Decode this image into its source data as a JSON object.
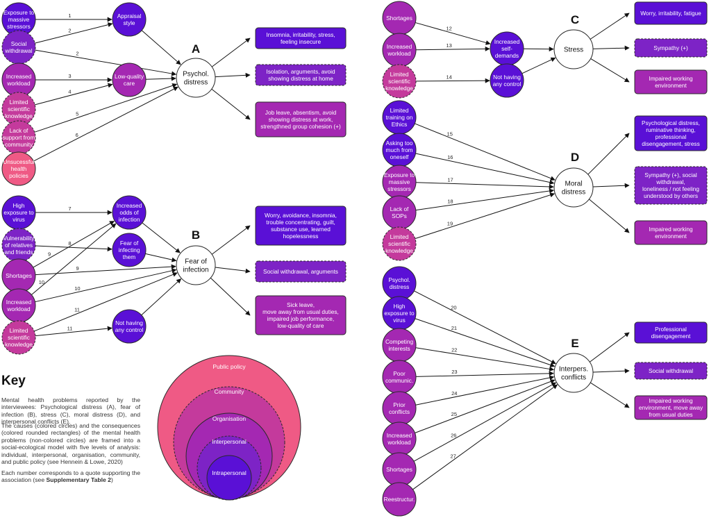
{
  "colors": {
    "individual": "#5a10d6",
    "interpersonal": "#7d23c6",
    "organisation": "#a428b2",
    "community": "#c43a9c",
    "public_policy": "#ef5a85",
    "consequence_text": "#ffffff"
  },
  "panels": {
    "A": {
      "letter": "A",
      "center": "Psychol.\ndistress",
      "causes": [
        {
          "label": "Exposure to\nmassive\nstressors",
          "level": "individual"
        },
        {
          "label": "Social\nwithdrawal",
          "level": "interpersonal"
        },
        {
          "label": "Increased\nworkload",
          "level": "organisation"
        },
        {
          "label": "Limited\nscientific\nknowledge",
          "level": "community"
        },
        {
          "label": "Lack of\nsupport from\ncommunity",
          "level": "community"
        },
        {
          "label": "Unsucessful\nhealth\npolicies",
          "level": "public_policy"
        }
      ],
      "intermediates": [
        {
          "label": "Appraisal\nstyle",
          "level": "individual"
        },
        {
          "label": "Low-quality\ncare",
          "level": "organisation"
        }
      ],
      "consequences": [
        {
          "label": "Insomnia, irritability,  stress,\nfeeling insecure",
          "level": "individual"
        },
        {
          "label": "Isolation, arguments, avoid\nshowing distress at home",
          "level": "interpersonal"
        },
        {
          "label": "Job leave, absentism, avoid\nshowing distress at work,\nstrengthned group cohesion (+)",
          "level": "organisation"
        }
      ],
      "numbers": [
        "1",
        "2",
        "2",
        "3",
        "4",
        "5",
        "6"
      ]
    },
    "B": {
      "letter": "B",
      "center": "Fear of\ninfection",
      "causes": [
        {
          "label": "High\nexposure to\nvirus",
          "level": "individual"
        },
        {
          "label": "Vulnerability\nof relatives\nand friends",
          "level": "interpersonal"
        },
        {
          "label": "Shortages",
          "level": "organisation"
        },
        {
          "label": "Increased\nworkload",
          "level": "organisation"
        },
        {
          "label": "Limited\nscientific\nknowledge",
          "level": "community"
        }
      ],
      "intermediates": [
        {
          "label": "Increased\nodds of\ninfection",
          "level": "individual"
        },
        {
          "label": "Fear of\ninfecting\nthem",
          "level": "individual"
        },
        {
          "label": "Not having\nany control",
          "level": "individual"
        }
      ],
      "consequences": [
        {
          "label": "Worry, avoidance, insomnia,\ntrouble concentrating, guilt,\nsubstance use, learned\nhopelessness",
          "level": "individual"
        },
        {
          "label": "Social withdrawal, arguments",
          "level": "interpersonal"
        },
        {
          "label": "Sick leave,\nmove away from usual duties,\nimpaired job performance,\nlow-quality of care",
          "level": "organisation"
        }
      ],
      "numbers": [
        "7",
        "8",
        "9",
        "9",
        "10",
        "10",
        "11",
        "11"
      ]
    },
    "C": {
      "letter": "C",
      "center": "Stress",
      "causes": [
        {
          "label": "Shortages",
          "level": "organisation"
        },
        {
          "label": "Increased\nworkload",
          "level": "organisation"
        },
        {
          "label": "Limited\nscientific\nknowledge",
          "level": "community"
        }
      ],
      "intermediates": [
        {
          "label": "Increased\nself-\ndemands",
          "level": "individual"
        },
        {
          "label": "Not having\nany control",
          "level": "individual"
        }
      ],
      "consequences": [
        {
          "label": "Worry, irritability, fatigue",
          "level": "individual"
        },
        {
          "label": "Sympathy (+)",
          "level": "interpersonal"
        },
        {
          "label": "Impaired working\nenvironment",
          "level": "organisation"
        }
      ],
      "numbers": [
        "12",
        "13",
        "14"
      ]
    },
    "D": {
      "letter": "D",
      "center": "Moral\ndistress",
      "causes": [
        {
          "label": "Limited\ntraining on\nEthics",
          "level": "individual"
        },
        {
          "label": "Asking too\nmuch from\noneself",
          "level": "individual"
        },
        {
          "label": "Exposure to\nmassive\nstressors",
          "level": "organisation"
        },
        {
          "label": "Lack of\nSOPs",
          "level": "organisation"
        },
        {
          "label": "Limited\nscientific\nknowledge",
          "level": "community"
        }
      ],
      "consequences": [
        {
          "label": "Psychological distress,\nruminative thinking,\nprofessional\ndisengagement, stress",
          "level": "individual"
        },
        {
          "label": "Sympathy (+), social\nwithdrawal,\nloneliness / not feeling\nunderstood by others",
          "level": "interpersonal"
        },
        {
          "label": "Impaired working\nenvironment",
          "level": "organisation"
        }
      ],
      "numbers": [
        "15",
        "16",
        "17",
        "18",
        "19"
      ]
    },
    "E": {
      "letter": "E",
      "center": "Interpers.\nconflicts",
      "causes": [
        {
          "label": "Psychol.\ndistress",
          "level": "individual"
        },
        {
          "label": "High\nexposure to\nvirus",
          "level": "individual"
        },
        {
          "label": "Competing\ninterests",
          "level": "organisation"
        },
        {
          "label": "Poor\ncommunic.",
          "level": "organisation"
        },
        {
          "label": "Prior\nconflicts",
          "level": "organisation"
        },
        {
          "label": "Increased\nworkload",
          "level": "organisation"
        },
        {
          "label": "Shortages",
          "level": "organisation"
        },
        {
          "label": "Reestructur.",
          "level": "organisation"
        }
      ],
      "consequences": [
        {
          "label": "Professional\ndisengagement",
          "level": "individual"
        },
        {
          "label": "Social withdrawal",
          "level": "interpersonal"
        },
        {
          "label": "Impaired working\nenvironment, move away\nfrom usual duties",
          "level": "organisation"
        }
      ],
      "numbers": [
        "20",
        "21",
        "22",
        "23",
        "24",
        "25",
        "26",
        "27"
      ]
    }
  },
  "key": {
    "title": "Key",
    "paragraph1": "Mental health problems reported by the interviewees: Psychological distress (A), fear of infection (B), stress (C), moral distress (D), and interpersonal conflicts (E).",
    "paragraph2": "The causes (colored circles) and the consequences (colored rounded rectangles) of the mental health problems (non-colored circles) are framed into a social-ecological model with five levels of analysis: individual, interpersonal, organisation, community, and public policy (see Hennein & Lowe, 2020)",
    "paragraph3_prefix": "Each number corresponds to a quote supporting the association (see ",
    "paragraph3_bold": "Supplementary Table 2",
    "paragraph3_suffix": ")"
  },
  "legend_levels": [
    "Public policy",
    "Community",
    "Organisation",
    "Interpersonal",
    "Intrapersonal"
  ]
}
